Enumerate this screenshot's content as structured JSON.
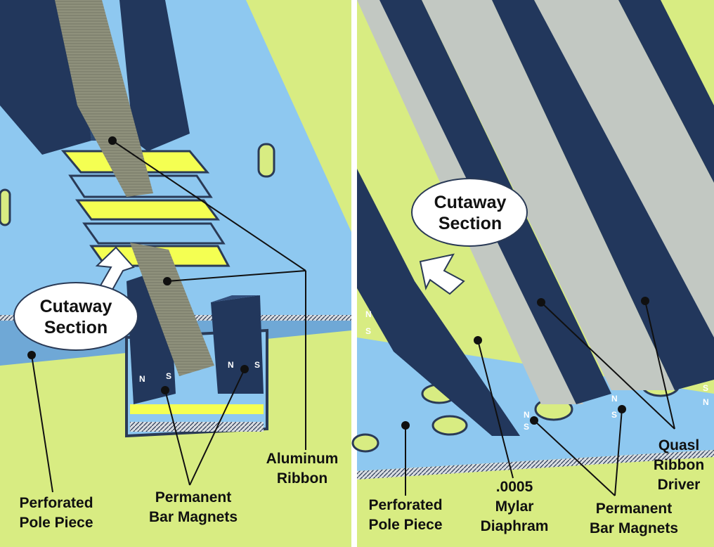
{
  "left_panel": {
    "cutaway": [
      "Cutaway",
      "Section"
    ],
    "pole_piece": [
      "Perforated",
      "Pole Piece"
    ],
    "magnets": [
      "Permanent",
      "Bar Magnets"
    ],
    "ribbon": [
      "Aluminum",
      "Ribbon"
    ],
    "magnet_poles": [
      "N",
      "S",
      "N",
      "S"
    ]
  },
  "right_panel": {
    "cutaway": [
      "Cutaway",
      "Section"
    ],
    "pole_piece": [
      "Perforated",
      "Pole Piece"
    ],
    "diaphragm": [
      ".0005",
      "Mylar",
      "Diaphram"
    ],
    "magnets": [
      "Permanent",
      "Bar Magnets"
    ],
    "driver": [
      "Quasl",
      "Ribbon",
      "Driver"
    ],
    "magnet_poles": [
      "N",
      "S",
      "N",
      "S",
      "N",
      "S",
      "S",
      "N"
    ]
  },
  "colors": {
    "background": "#d8ec82",
    "pole_piece": "#8ec8f0",
    "magnet": "#22375c",
    "ribbon": "#8f917c",
    "mylar": "#c2c8c2",
    "accent_yellow": "#f4ff52"
  }
}
